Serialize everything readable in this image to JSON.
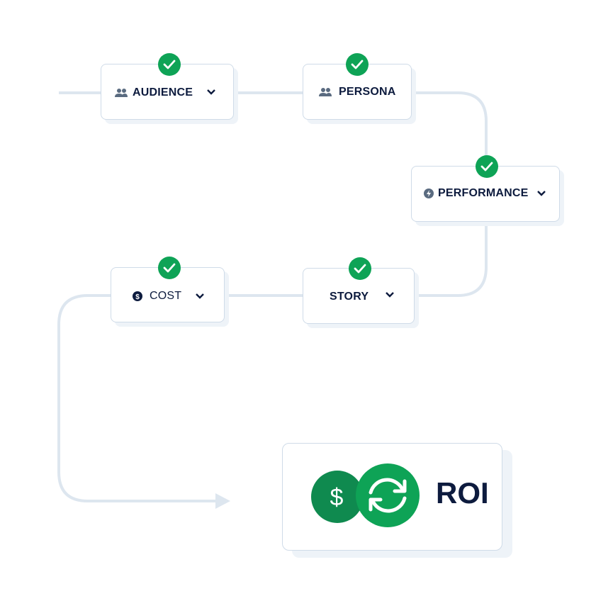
{
  "colors": {
    "connector": "#dde6ef",
    "node_border": "#cfdbe8",
    "check_badge": "#0ea356",
    "text": "#0d1b3e",
    "icon_gray": "#5a6b80",
    "roi_dollar": "#0f8a4f",
    "roi_cycle": "#0ea356"
  },
  "nodes": [
    {
      "id": "audience",
      "label": "AUDIENCE",
      "icon": "people-icon",
      "dropdown": true,
      "checked": true
    },
    {
      "id": "persona",
      "label": "PERSONA",
      "icon": "people-icon",
      "dropdown": false,
      "checked": true
    },
    {
      "id": "performance",
      "label": "PERFORMANCE",
      "icon": "bolt-icon",
      "dropdown": true,
      "checked": true
    },
    {
      "id": "story",
      "label": "STORY",
      "icon": null,
      "dropdown": true,
      "checked": true
    },
    {
      "id": "cost",
      "label": "COST",
      "icon": "dollar-coin-icon",
      "dropdown": true,
      "checked": true
    }
  ],
  "result": {
    "label": "ROI",
    "icons": [
      "dollar-circle-icon",
      "refresh-cycle-icon"
    ]
  }
}
